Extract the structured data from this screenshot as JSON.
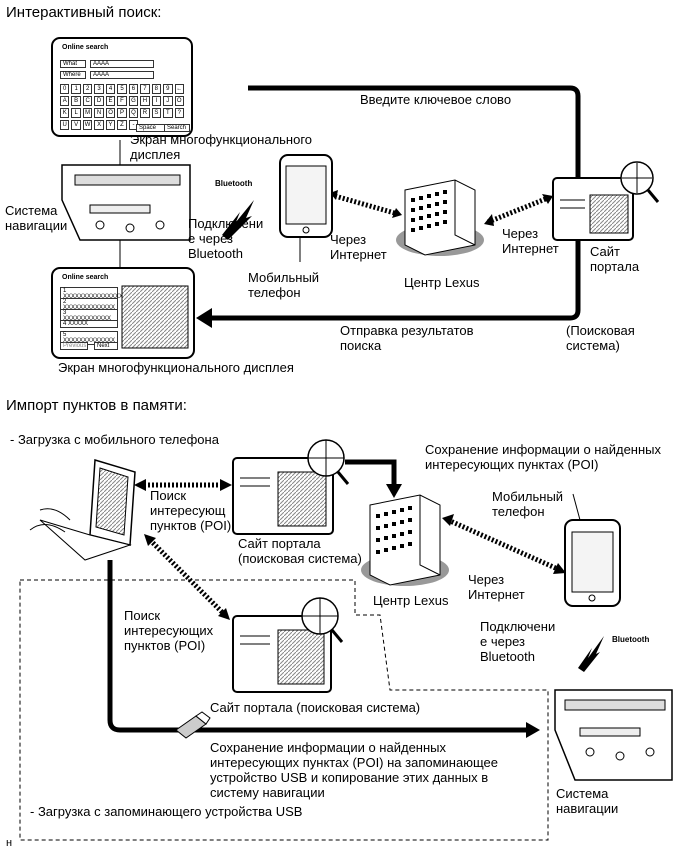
{
  "section1": {
    "title": "Интерактивный поиск:",
    "keyword_label": "Введите ключевое слово",
    "mfd_screen_label": "Экран многофункционального\nдисплея",
    "nav_system_label": "Система\nнавигации",
    "bluetooth_logo": "Bluetooth",
    "bt_connection_label": "Подключени\nе через\nBluetooth",
    "phone_label": "Мобильный\nтелефон",
    "via_internet_left": "Через\nИнтернет",
    "via_internet_right": "Через\nИнтернет",
    "lexus_center": "Центр Lexus",
    "portal_site": "Сайт\nпортала",
    "search_engine": "(Поисковая\nсистема)",
    "send_results": "Отправка результатов\nпоиска",
    "mfd_screen_bottom": "Экран многофункционального дисплея",
    "screen_top": {
      "title": "Online search",
      "what_label": "What",
      "what_value": "AAAA",
      "where_label": "Where",
      "where_value": "AAAA",
      "keys_row1": [
        "0",
        "1",
        "2",
        "3",
        "4",
        "5",
        "6",
        "7",
        "8",
        "9",
        "←"
      ],
      "keys_row2": [
        "A",
        "B",
        "C",
        "D",
        "E",
        "F",
        "G",
        "H",
        "I",
        "J",
        "O"
      ],
      "keys_row3": [
        "K",
        "L",
        "M",
        "N",
        "O",
        "P",
        "Q",
        "R",
        "S",
        "T",
        "?"
      ],
      "keys_row4": [
        "U",
        "V",
        "W",
        "X",
        "Y",
        "Z",
        "-"
      ],
      "space_label": "Space",
      "search_label": "Search"
    },
    "screen_bottom": {
      "title": "Online search",
      "results": [
        "1 XXXXXXXXXXXXXXX",
        "2 XXXXXXXXXXXXX",
        "3 XXXXXXXXXXXX",
        "4 XXXXX",
        "5 XXXXXXXXXXXXX"
      ],
      "prev_label": "Previous",
      "next_label": "Next"
    }
  },
  "section2": {
    "title": "Импорт пунктов в памяти:",
    "download_mobile": "- Загрузка с мобильного телефона",
    "save_poi": "Сохранение информации о найденных\nинтересующих пунктах (POI)",
    "phone_label": "Мобильный\nтелефон",
    "poi_search_1": "Поиск\nинтересующ\nпунктов (POI)",
    "portal_site_1": "Сайт портала\n(поисковая система)",
    "lexus_center": "Центр Lexus",
    "via_internet": "Через\nИнтернет",
    "poi_search_2": "Поиск\nинтересующих\nпунктов (POI)",
    "bt_connection_label": "Подключени\nе через\nBluetooth",
    "bluetooth_logo": "Bluetooth",
    "portal_site_2": "Сайт портала (поисковая система)",
    "usb_save": "Сохранение информации о найденных\nинтересующих пунктах (POI) на запоминающее\nустройство USB и копирование этих данных в\nсистему навигации",
    "download_usb": "- Загрузка с запоминающего устройства USB",
    "nav_system_label": "Система\nнавигации"
  },
  "footer": "н"
}
